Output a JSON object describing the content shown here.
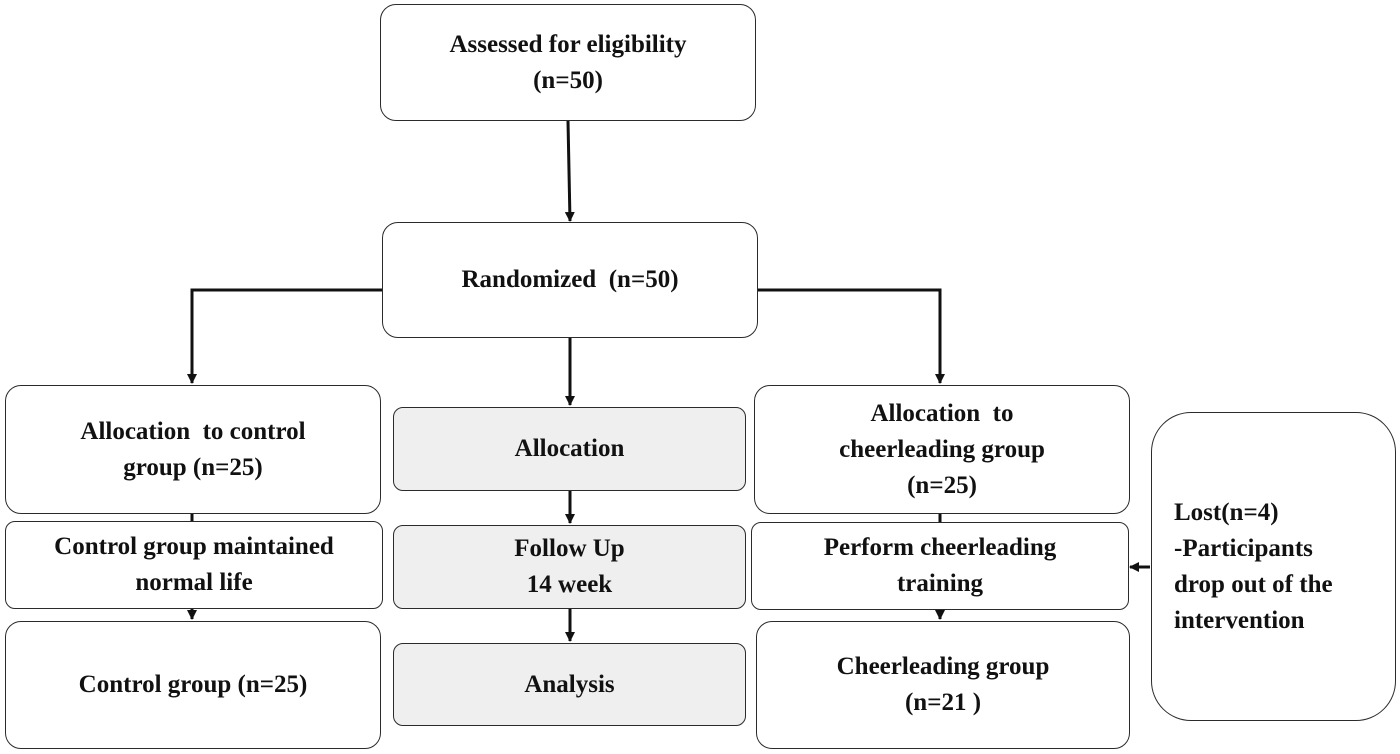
{
  "nodes": {
    "assessed": {
      "lines": [
        "Assessed for eligibility",
        "(n=50)"
      ]
    },
    "randomized": {
      "lines": [
        "Randomized  (n=50)"
      ]
    },
    "allocation_control": {
      "lines": [
        "Allocation  to control",
        "group (n=25)"
      ]
    },
    "allocation": {
      "lines": [
        "Allocation"
      ]
    },
    "allocation_cheer": {
      "lines": [
        "Allocation  to",
        "cheerleading group",
        "(n=25)"
      ]
    },
    "control_maintained": {
      "lines": [
        "Control group maintained",
        "normal life"
      ]
    },
    "follow_up": {
      "lines": [
        "Follow Up",
        "14 week"
      ]
    },
    "perform_training": {
      "lines": [
        "Perform cheerleading",
        "training"
      ]
    },
    "control_final": {
      "lines": [
        "Control group (n=25)"
      ]
    },
    "analysis": {
      "lines": [
        "Analysis"
      ]
    },
    "cheer_final": {
      "lines": [
        "Cheerleading group",
        "(n=21 )"
      ]
    },
    "lost": {
      "lines": [
        "Lost(n=4)",
        "-Participants",
        "drop out of the",
        "intervention"
      ]
    }
  },
  "colors": {
    "stage_box_fill": "#efefef",
    "box_fill": "#ffffff",
    "line": "#111111"
  }
}
